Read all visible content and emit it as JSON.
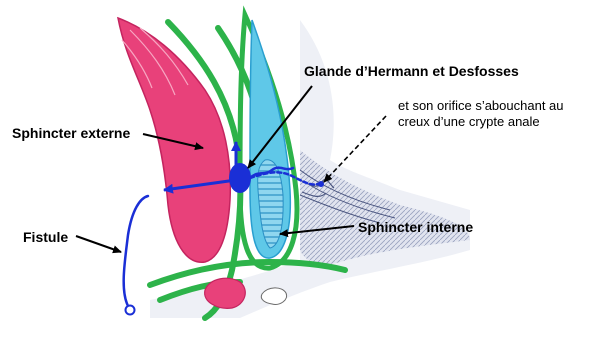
{
  "labels": {
    "glande": "Glande d’Hermann et Desfosses",
    "orifice_line1": "et son orifice s’abouchant au",
    "orifice_line2": "creux d’une crypte anale",
    "sphincter_externe": "Sphincter externe",
    "sphincter_interne": "Sphincter interne",
    "fistule": "Fistule"
  },
  "colors": {
    "sphincter_externe": "#e8417a",
    "muscle_green": "#2db34a",
    "sphincter_interne": "#5fc8e8",
    "gland_tract": "#1a2fd6",
    "mucosa_shade": "#9aa6c8",
    "arrow": "#000000"
  }
}
